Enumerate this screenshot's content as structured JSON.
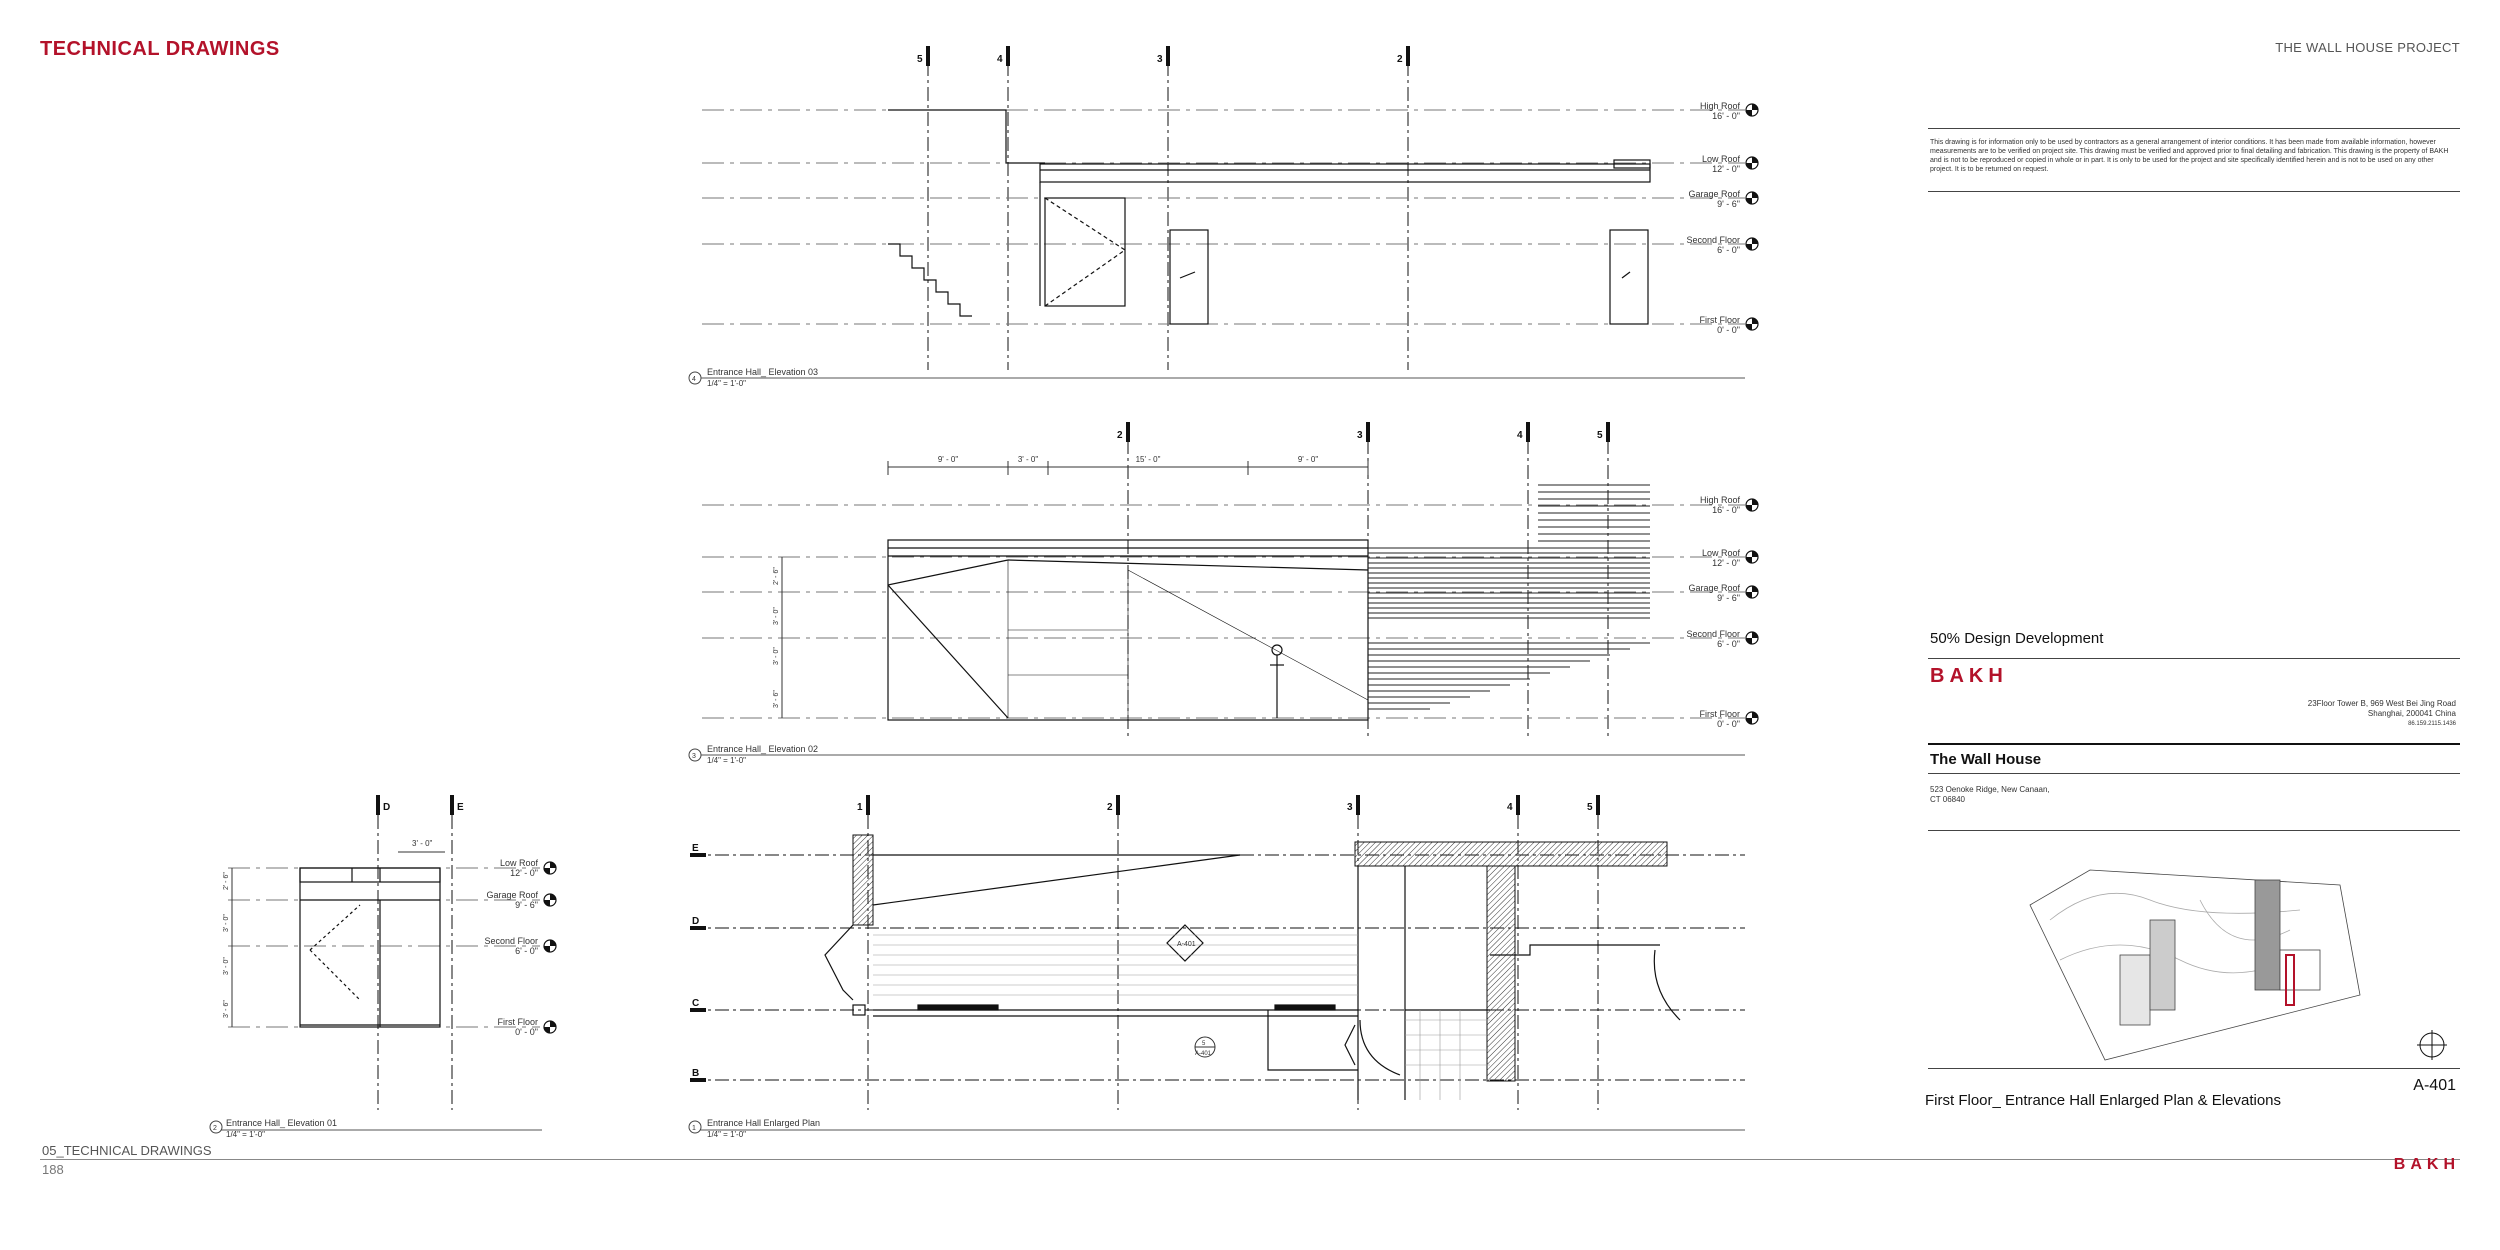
{
  "header": {
    "section_title": "TECHNICAL DRAWINGS",
    "project_title": "THE WALL HOUSE PROJECT"
  },
  "footer": {
    "section": "05_TECHNICAL DRAWINGS",
    "page_number": "188",
    "logo": "BAKH"
  },
  "titleblock": {
    "disclaimer": "This drawing is for information only to be used by contractors as a general arrangement of interior conditions. It has been made from available information, however measurements are to be verified on project site. This drawing must be verified and approved prior to final detailing and fabrication. This drawing is the property of BAKH and is not to be reproduced or copied in whole or in part. It is only to be used for the project and site specifically identified herein and is not to be used on any other project. It is to be returned on request.",
    "phase": "50% Design Development",
    "firm_logo": "BAKH",
    "address_line1": "23Floor Tower B, 969 West Bei Jing Road",
    "address_line2": "Shanghai, 200041 China",
    "phone": "86.159.2115.1436",
    "project_name": "The Wall House",
    "project_address1": "523 Oenoke Ridge, New Canaan,",
    "project_address2": "CT 06840",
    "sheet_number": "A-401",
    "sheet_title": "First Floor_ Entrance Hall Enlarged Plan & Elevations"
  },
  "drawings": {
    "elev03": {
      "num": "4",
      "title": "Entrance Hall_ Elevation 03",
      "scale": "1/4\" = 1'-0\"",
      "grids": [
        "5",
        "4",
        "3",
        "2"
      ],
      "levels": [
        {
          "name": "High Roof",
          "value": "16' - 0\""
        },
        {
          "name": "Low Roof",
          "value": "12' - 0\""
        },
        {
          "name": "Garage Roof",
          "value": "9' - 6\""
        },
        {
          "name": "Second Floor",
          "value": "6' - 0\""
        },
        {
          "name": "First Floor",
          "value": "0' - 0\""
        }
      ]
    },
    "elev02": {
      "num": "3",
      "title": "Entrance Hall_ Elevation 02",
      "scale": "1/4\" = 1'-0\"",
      "grids": [
        "2",
        "3",
        "4",
        "5"
      ],
      "dims": [
        "9' - 0\"",
        "3' - 0\"",
        "15' - 0\"",
        "9' - 0\""
      ],
      "vdims": [
        "2' - 6\"",
        "3' - 0\"",
        "3' - 0\"",
        "3' - 6\""
      ],
      "levels": [
        {
          "name": "High Roof",
          "value": "16' - 0\""
        },
        {
          "name": "Low Roof",
          "value": "12' - 0\""
        },
        {
          "name": "Garage Roof",
          "value": "9' - 6\""
        },
        {
          "name": "Second Floor",
          "value": "6' - 0\""
        },
        {
          "name": "First Floor",
          "value": "0' - 0\""
        }
      ]
    },
    "elev01": {
      "num": "2",
      "title": "Entrance Hall_ Elevation 01",
      "scale": "1/4\" = 1'-0\"",
      "grids": [
        "D",
        "E"
      ],
      "dim": "3' - 0\"",
      "vdims": [
        "2' - 6\"",
        "3' - 0\"",
        "3' - 0\"",
        "3' - 6\""
      ],
      "levels": [
        {
          "name": "Low Roof",
          "value": "12' - 0\""
        },
        {
          "name": "Garage Roof",
          "value": "9' - 6\""
        },
        {
          "name": "Second Floor",
          "value": "6' - 0\""
        },
        {
          "name": "First Floor",
          "value": "0' - 0\""
        }
      ]
    },
    "plan": {
      "num": "1",
      "title": "Entrance Hall Enlarged Plan",
      "scale": "1/4\" = 1'-0\"",
      "grids_v": [
        "1",
        "2",
        "3",
        "4",
        "5"
      ],
      "grids_h": [
        "E",
        "D",
        "C",
        "B"
      ],
      "tag1": "A-401",
      "tag2_num": "5",
      "tag2_sheet": "A-401"
    }
  }
}
